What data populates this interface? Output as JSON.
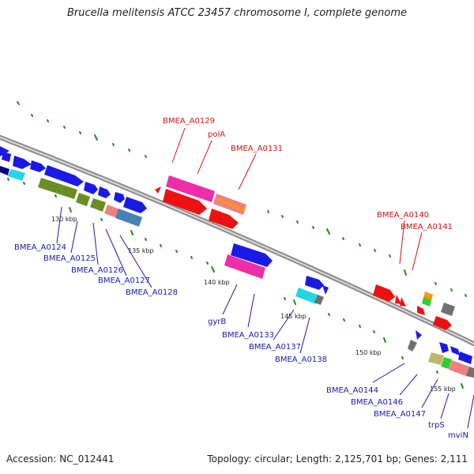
{
  "title": "Brucella melitensis ATCC 23457 chromosome I, complete genome",
  "footer": {
    "accession": "Accession: NC_012441",
    "summary": "Topology: circular; Length: 2,125,701 bp; Genes: 2,111"
  },
  "scale_labels": {
    "kbp130": "130 kbp",
    "kbp135": "135 kbp",
    "kbp140": "140 kbp",
    "kbp145": "145 kbp",
    "kbp150": "150 kbp",
    "kbp155": "155 kbp"
  },
  "gene_labels": {
    "a0124": "BMEA_A0124",
    "a0125": "BMEA_A0125",
    "a0126": "BMEA_A0126",
    "a0127": "BMEA_A0127",
    "a0128": "BMEA_A0128",
    "a0129": "BMEA_A0129",
    "polA": "polA",
    "a0131": "BMEA_A0131",
    "gyrB": "gyrB",
    "a0133": "BMEA_A0133",
    "a0137": "BMEA_A0137",
    "a0138": "BMEA_A0138",
    "a0140": "BMEA_A0140",
    "a0141": "BMEA_A0141",
    "a0144": "BMEA_A0144",
    "a0146": "BMEA_A0146",
    "a0147": "BMEA_A0147",
    "trpS": "trpS",
    "mviN": "mviN"
  },
  "colors": {
    "backbone": "#8c8c8c",
    "tick": "#1f8a1f",
    "blue": "#1a1ae6",
    "red": "#ee1111",
    "magenta": "#ee2ea8",
    "olive": "#6b8e23",
    "steel": "#4682b4",
    "salmon": "#f08080",
    "cyan": "#22d6e6",
    "gray": "#707070",
    "orange": "#ff9900",
    "green": "#33cc33",
    "khaki": "#bdb76b",
    "navy": "#000080",
    "label_blue": "#1a1aa8",
    "label_red": "#d01515"
  }
}
